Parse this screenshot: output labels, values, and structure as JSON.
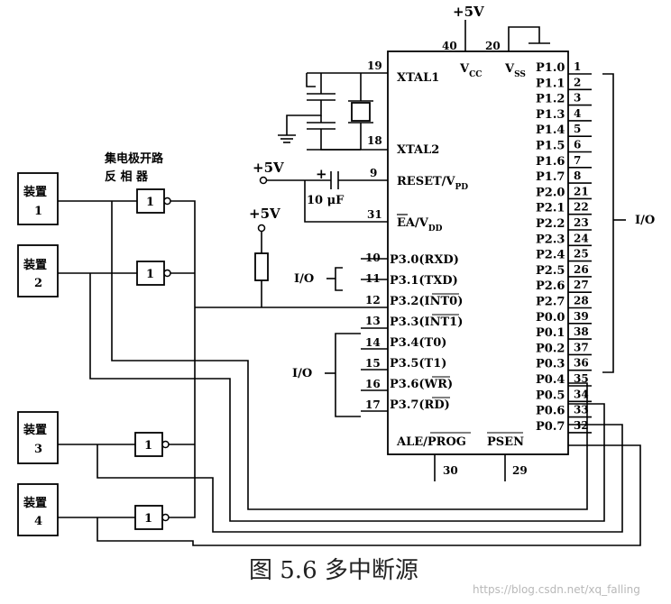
{
  "supply": {
    "vcc_supply": "+5V",
    "reset_supply": "+5V",
    "pullup_supply": "+5V"
  },
  "chip": {
    "top_pins": [
      {
        "num": "40",
        "name": "V",
        "sub": "CC"
      },
      {
        "num": "20",
        "name": "V",
        "sub": "SS"
      }
    ],
    "left_upper": [
      {
        "num": "19",
        "name": "XTAL1",
        "sub": ""
      },
      {
        "num": "18",
        "name": "XTAL2",
        "sub": ""
      },
      {
        "num": "9",
        "name": "RESET/V",
        "sub": "PD"
      },
      {
        "num": "31",
        "name": "EA/V",
        "sub": "DD"
      }
    ],
    "port3": [
      {
        "num": "10",
        "name": "P3.0(RXD)"
      },
      {
        "num": "11",
        "name": "P3.1(TXD)"
      },
      {
        "num": "12",
        "name": "P3.2(INT0)"
      },
      {
        "num": "13",
        "name": "P3.3(INT1)"
      },
      {
        "num": "14",
        "name": "P3.4(T0)"
      },
      {
        "num": "15",
        "name": "P3.5(T1)"
      },
      {
        "num": "16",
        "name": "P3.6(WR)"
      },
      {
        "num": "17",
        "name": "P3.7(RD)"
      }
    ],
    "right_pins": [
      {
        "name": "P1.0",
        "num": "1"
      },
      {
        "name": "P1.1",
        "num": "2"
      },
      {
        "name": "P1.2",
        "num": "3"
      },
      {
        "name": "P1.3",
        "num": "4"
      },
      {
        "name": "P1.4",
        "num": "5"
      },
      {
        "name": "P1.5",
        "num": "6"
      },
      {
        "name": "P1.6",
        "num": "7"
      },
      {
        "name": "P1.7",
        "num": "8"
      },
      {
        "name": "P2.0",
        "num": "21"
      },
      {
        "name": "P2.1",
        "num": "22"
      },
      {
        "name": "P2.2",
        "num": "23"
      },
      {
        "name": "P2.3",
        "num": "24"
      },
      {
        "name": "P2.4",
        "num": "25"
      },
      {
        "name": "P2.5",
        "num": "26"
      },
      {
        "name": "P2.6",
        "num": "27"
      },
      {
        "name": "P2.7",
        "num": "28"
      },
      {
        "name": "P0.0",
        "num": "39"
      },
      {
        "name": "P0.1",
        "num": "38"
      },
      {
        "name": "P0.2",
        "num": "37"
      },
      {
        "name": "P0.3",
        "num": "36"
      },
      {
        "name": "P0.4",
        "num": "35"
      },
      {
        "name": "P0.5",
        "num": "34"
      },
      {
        "name": "P0.6",
        "num": "33"
      },
      {
        "name": "P0.7",
        "num": "32"
      }
    ],
    "bottom_pins": [
      {
        "num": "30",
        "name": "ALE/PROG"
      },
      {
        "num": "29",
        "name": "PSEN"
      }
    ]
  },
  "labels": {
    "io_right": "I/O",
    "io_p31": "I/O",
    "io_p3low": "I/O",
    "capacitor": "10 μF",
    "cap_plus": "+",
    "gate_title_1": "集电极开路",
    "gate_title_2": "反  相  器",
    "gate_symbol": "1"
  },
  "devices": [
    {
      "name": "装置",
      "num": "1"
    },
    {
      "name": "装置",
      "num": "2"
    },
    {
      "name": "装置",
      "num": "3"
    },
    {
      "name": "装置",
      "num": "4"
    }
  ],
  "caption": "图 5.6  多中断源",
  "watermark": "https://blog.csdn.net/xq_falling"
}
